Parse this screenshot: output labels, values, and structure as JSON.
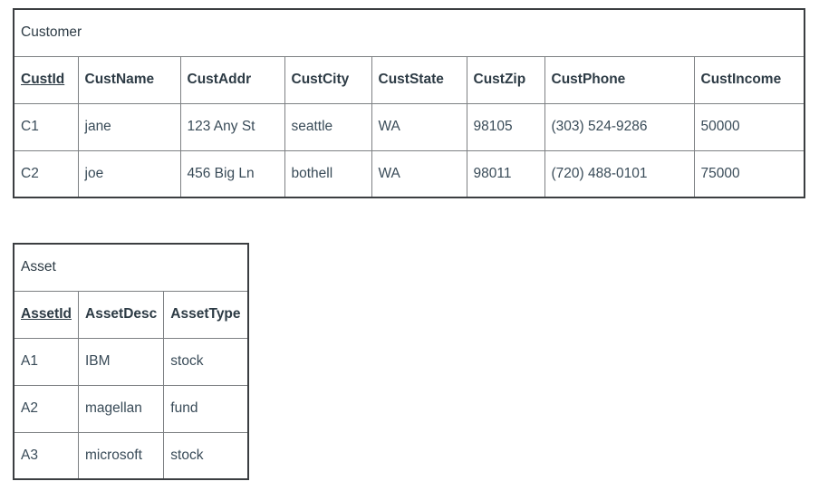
{
  "page": {
    "background_color": "#ffffff",
    "text_color": "#2D3B45",
    "outer_border_color": "#3b3e41",
    "inner_border_color": "#7d8083"
  },
  "tables": [
    {
      "title": "Customer",
      "primary_key": "CustId",
      "headers": [
        "CustId",
        "CustName",
        "CustAddr",
        "CustCity",
        "CustState",
        "CustZip",
        "CustPhone",
        "CustIncome"
      ],
      "rows": [
        [
          "C1",
          "jane",
          "123 Any St",
          "seattle",
          "WA",
          "98105",
          "(303) 524-9286",
          "50000"
        ],
        [
          "C2",
          "joe",
          "456 Big Ln",
          "bothell",
          "WA",
          "98011",
          "(720) 488-0101",
          "75000"
        ]
      ]
    },
    {
      "title": "Asset",
      "primary_key": "AssetId",
      "headers": [
        "AssetId",
        "AssetDesc",
        "AssetType"
      ],
      "rows": [
        [
          "A1",
          "IBM",
          "stock"
        ],
        [
          "A2",
          "magellan",
          "fund"
        ],
        [
          "A3",
          "microsoft",
          "stock"
        ]
      ]
    }
  ]
}
